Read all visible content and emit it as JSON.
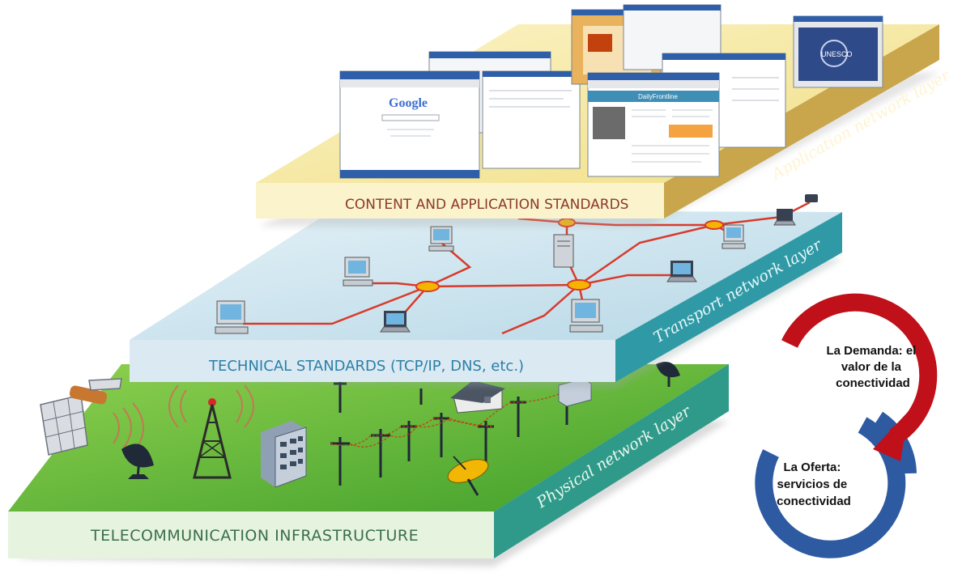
{
  "layers": {
    "application": {
      "label": "CONTENT AND APPLICATION STANDARDS",
      "side_label": "Application network layer",
      "screens": [
        {
          "name": "google-browser-window",
          "text": "Google"
        },
        {
          "name": "unesco-browser-window",
          "text": "UNESCO"
        },
        {
          "name": "newspaper-browser-window",
          "text": "DailyFrontline"
        }
      ]
    },
    "transport": {
      "label": "TECHNICAL STANDARDS (TCP/IP, DNS, etc.)",
      "side_label": "Transport network layer"
    },
    "physical": {
      "label": "TELECOMMUNICATION INFRASTRUCTURE",
      "side_label": "Physical network layer"
    }
  },
  "cycle": {
    "demand": {
      "line1": "La Demanda: el",
      "line2": "valor de la",
      "line3": "conectividad"
    },
    "supply": {
      "line1": "La Oferta:",
      "line2": "servicios de",
      "line3": "conectividad"
    }
  },
  "colors": {
    "app_top": "#f7ecab",
    "app_front": "#f9f1c2",
    "app_side": "#c8a84e",
    "transport_top": "#cfe6f0",
    "transport_front": "#dcecf4",
    "transport_side": "#2f9aa6",
    "physical_top": "#6cbf3a",
    "physical_front": "#dff0d8",
    "physical_side": "#2f9a8a",
    "network_line": "#d93a2b",
    "demand_arc": "#c0101a",
    "supply_arc": "#2e5aa2"
  }
}
